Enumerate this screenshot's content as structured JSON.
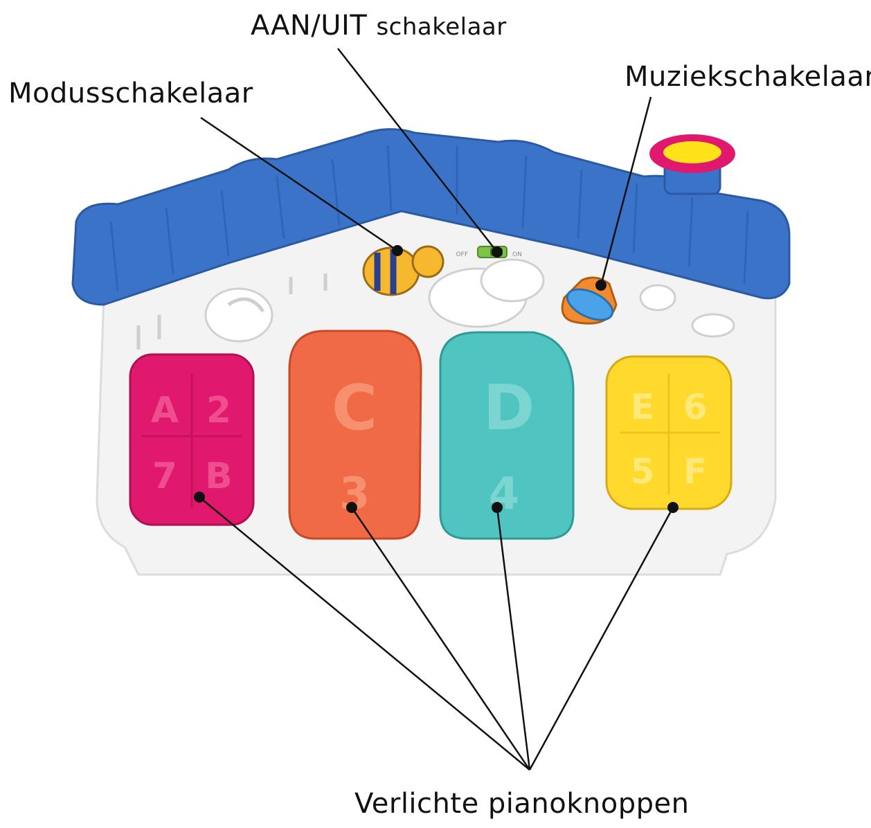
{
  "labels": {
    "onoff_main": "AAN/UIT",
    "onoff_small": "schakelaar",
    "mode": "Modusschakelaar",
    "music": "Muziekschakelaar",
    "keys": "Verlichte pianoknoppen"
  },
  "switch": {
    "left": "OFF",
    "right": "ON"
  },
  "keys": [
    {
      "name": "pink",
      "color": "#e0196e",
      "glyphs": [
        "A",
        "2",
        "7",
        "B"
      ]
    },
    {
      "name": "orange",
      "color": "#f06a45",
      "glyphs": [
        "C",
        "3"
      ]
    },
    {
      "name": "teal",
      "color": "#4fc4c0",
      "glyphs": [
        "D",
        "4"
      ]
    },
    {
      "name": "yellow",
      "color": "#ffd92b",
      "glyphs": [
        "E",
        "6",
        "5",
        "F"
      ]
    }
  ],
  "colors": {
    "roof": "#3b73c8",
    "house": "#f4f4f4",
    "leader": "#111111"
  }
}
